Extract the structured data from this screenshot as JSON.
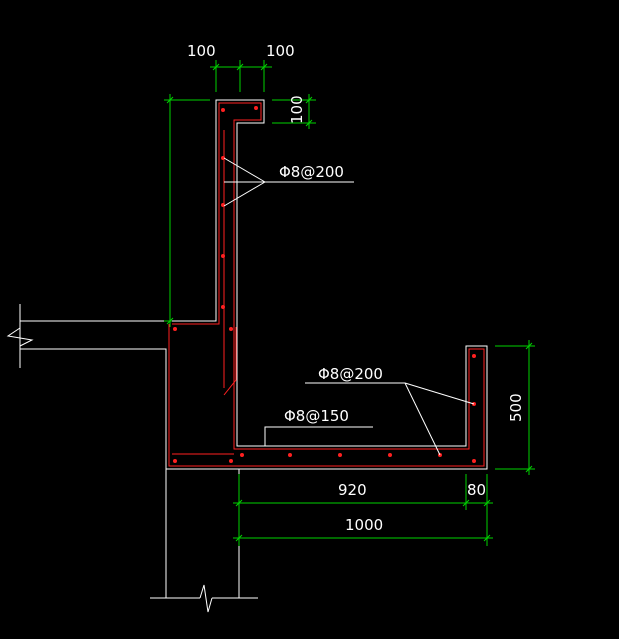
{
  "colors": {
    "background": "#000000",
    "outline": "#ffffff",
    "rebar": "#ff2020",
    "dimension": "#00d200",
    "leader": "#ffffff"
  },
  "dimensions": {
    "top_width_left": "100",
    "top_width_right": "100",
    "lip_height": "100",
    "parapet_label": "",
    "trough_height": "500",
    "trough_width": "920",
    "wall_thickness": "80",
    "total_width": "1000"
  },
  "rebar_notes": {
    "vertical_wall": "Φ8@200",
    "trough_wall": "Φ8@200",
    "trough_bottom": "Φ8@150"
  }
}
